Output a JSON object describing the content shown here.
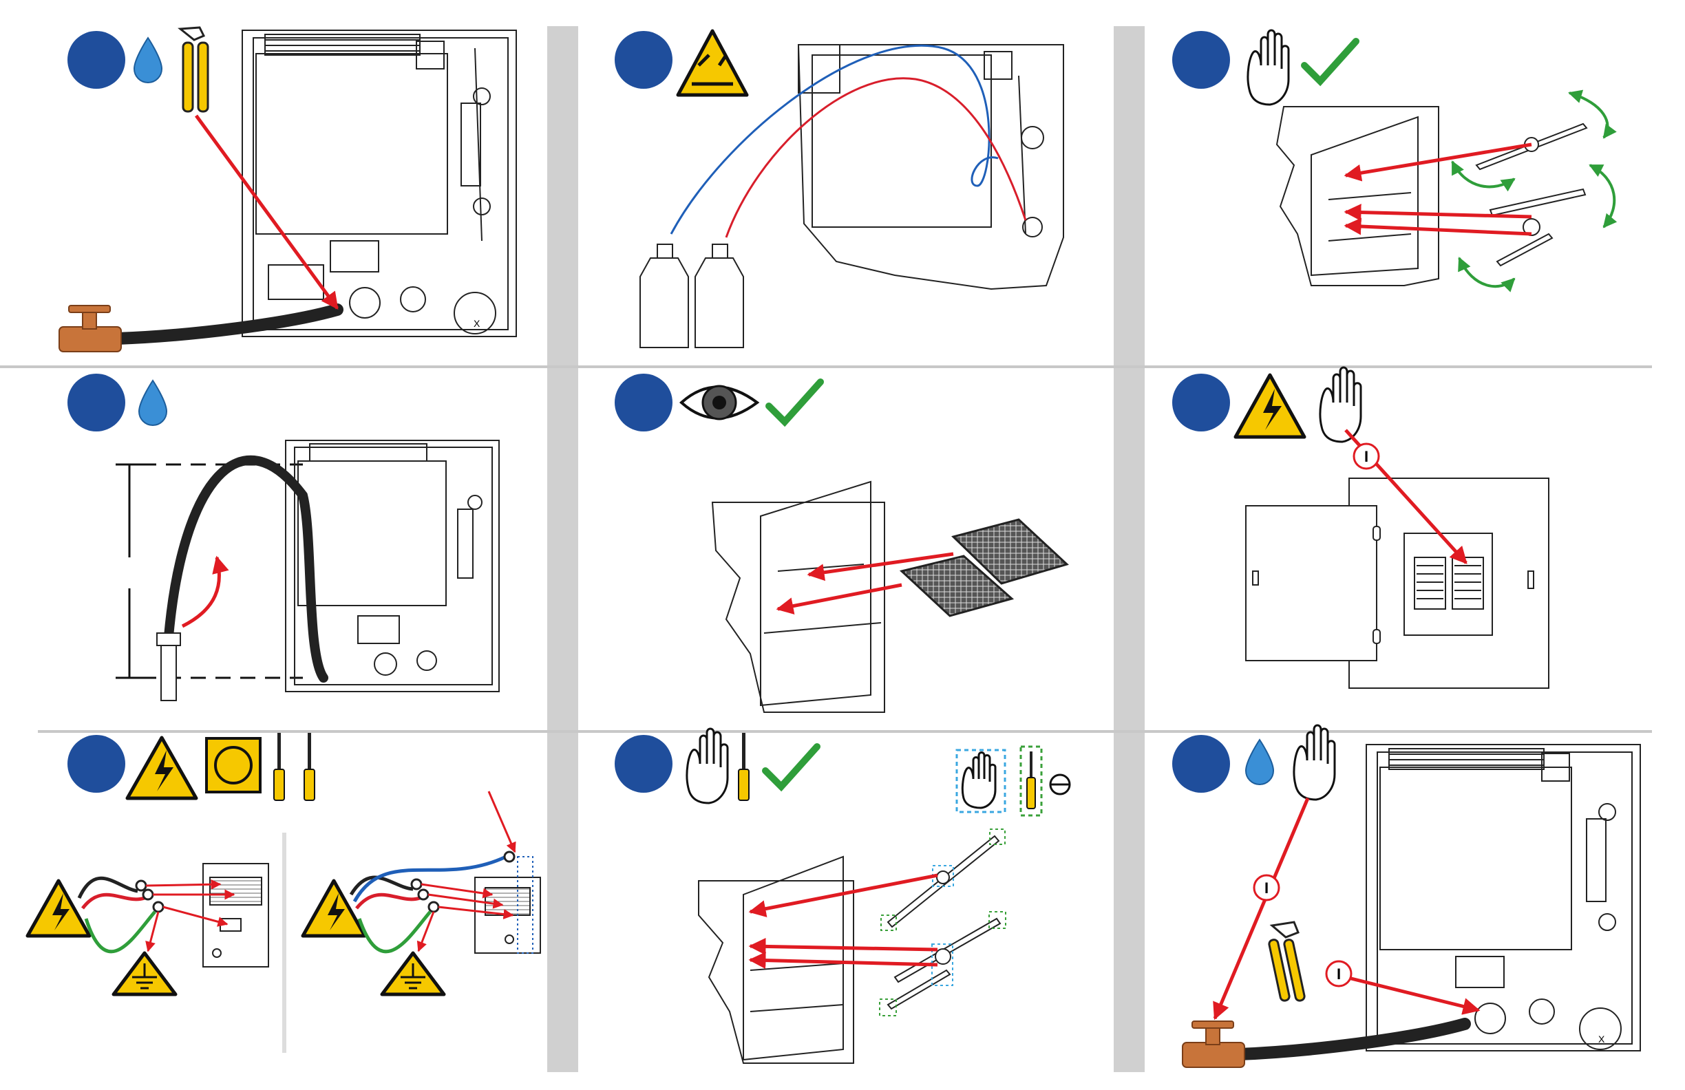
{
  "colors": {
    "step_circle": "#1f4e9c",
    "arrow_red": "#e01b22",
    "check_green": "#2f9e3a",
    "water_blue": "#3a8fd6",
    "warning_yellow": "#f6c800",
    "column_gutter": "#d0d0d0",
    "copper": "#c8743a",
    "dashed_blue": "#3aa7e0",
    "dashed_green": "#3aa03a"
  },
  "panels": [
    {
      "id": "water-connection",
      "icons": [
        "step-circle",
        "water-drop-icon",
        "pliers-icon"
      ]
    },
    {
      "id": "chemical-lines",
      "icons": [
        "step-circle",
        "corrosive-warning-icon"
      ]
    },
    {
      "id": "wash-arms-check",
      "icons": [
        "step-circle",
        "hand-icon",
        "check-icon"
      ]
    },
    {
      "id": "drain-height",
      "icons": [
        "step-circle",
        "water-drop-icon"
      ]
    },
    {
      "id": "filter-inspection",
      "icons": [
        "step-circle",
        "eye-icon",
        "check-icon"
      ]
    },
    {
      "id": "breaker-on",
      "icons": [
        "step-circle",
        "electrical-warning-icon",
        "hand-icon"
      ]
    },
    {
      "id": "electrical-connection",
      "icons": [
        "step-circle",
        "electrical-warning-icon",
        "ground-symbol-icon",
        "screwdriver-icon"
      ]
    },
    {
      "id": "wash-arms-install",
      "icons": [
        "step-circle",
        "hand-icon",
        "screwdriver-icon",
        "check-icon"
      ]
    },
    {
      "id": "water-on",
      "icons": [
        "step-circle",
        "water-drop-icon",
        "hand-icon",
        "pliers-icon"
      ]
    }
  ],
  "labels": {
    "on_mark": "I",
    "valve_mark": "X"
  }
}
